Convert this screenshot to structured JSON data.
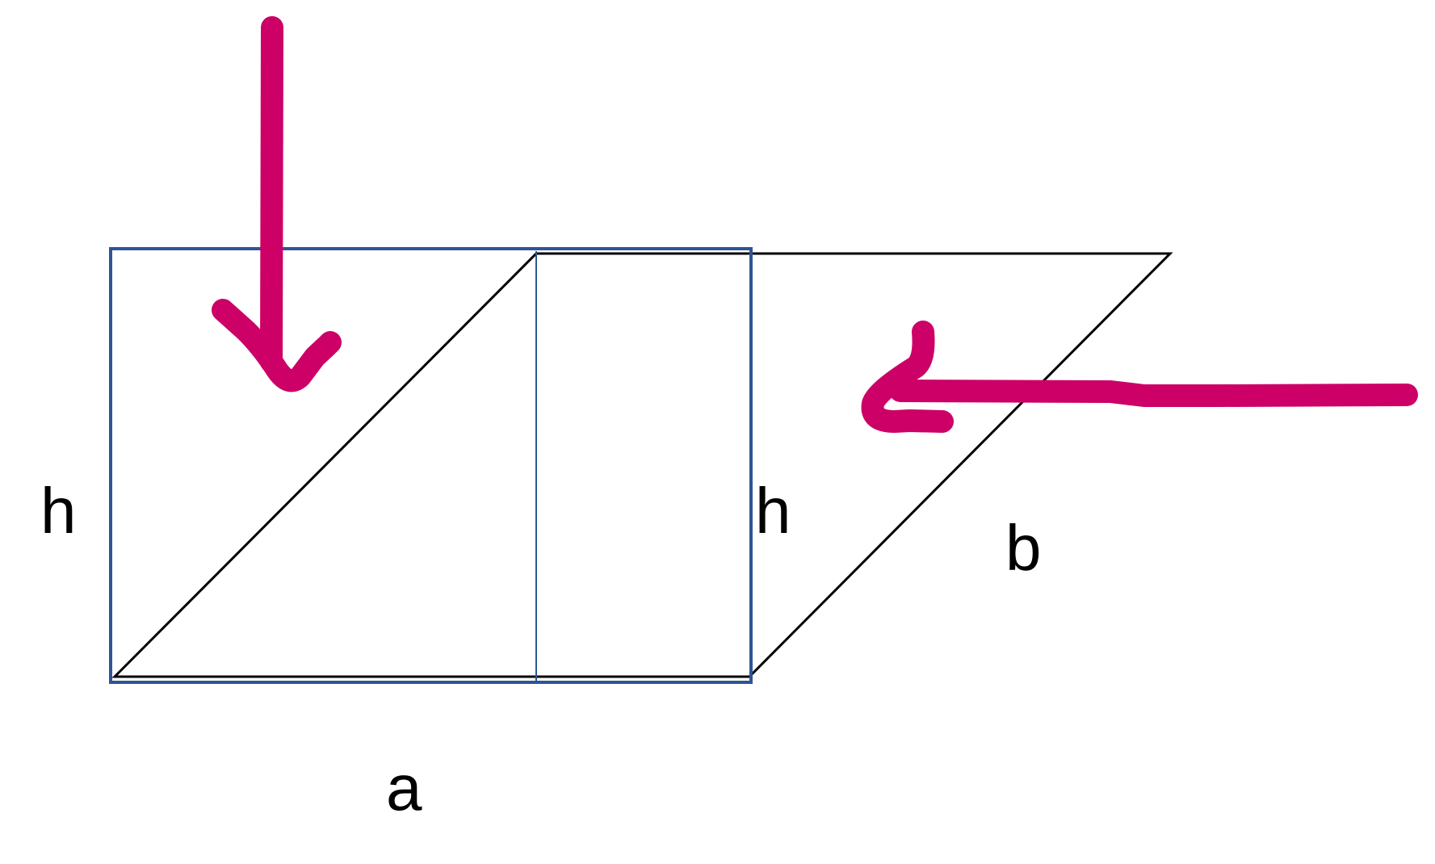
{
  "labels": {
    "left_height": "h",
    "middle_height": "h",
    "slant_side": "b",
    "base": "a"
  },
  "colors": {
    "outline": "#000000",
    "rectangle": "#2f5496",
    "arrow": "#cc0066",
    "background": "#ffffff"
  }
}
